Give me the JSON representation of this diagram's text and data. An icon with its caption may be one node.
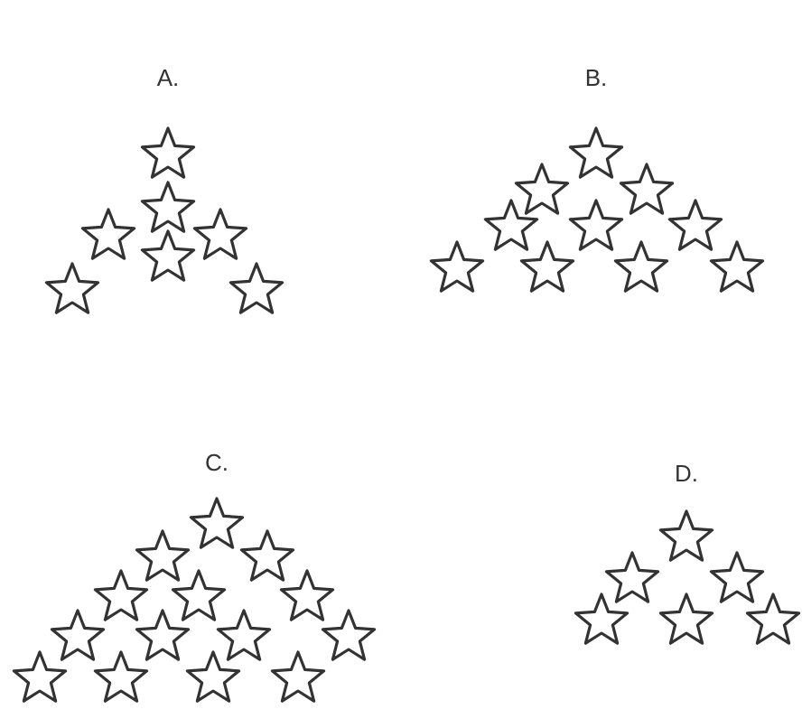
{
  "diagram": {
    "labels": [
      "A.",
      "B.",
      "C.",
      "D."
    ]
  }
}
